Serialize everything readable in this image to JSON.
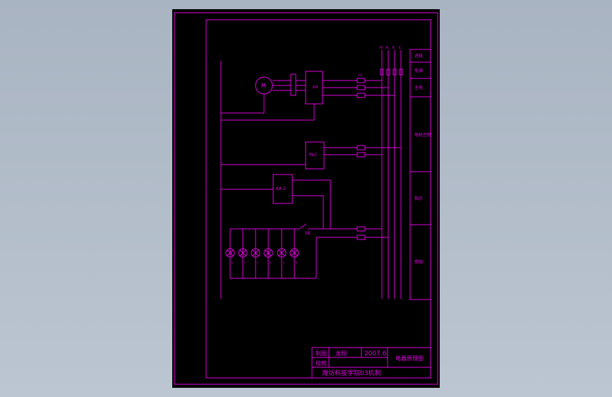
{
  "title_block": {
    "drawn_label": "制图",
    "drawn_by": "龙翔",
    "date": "2007.6",
    "checked_label": "校核",
    "drawing_title": "电器原理图",
    "school": "潍坊科技学院03机制"
  },
  "bus_labels": [
    "N",
    "K",
    "K",
    "C"
  ],
  "components": {
    "motor": "M",
    "plc": "PLC",
    "relay": "KA 2",
    "switch": "SB",
    "lamp": "L"
  },
  "fuse_label": "FU",
  "right_column": {
    "cells": [
      "进线",
      "电源",
      "主电",
      "电机控制",
      "指示",
      "照明"
    ]
  },
  "colors": {
    "line": "#e000e0",
    "paper": "#000000",
    "background": "#b4bfcc"
  }
}
